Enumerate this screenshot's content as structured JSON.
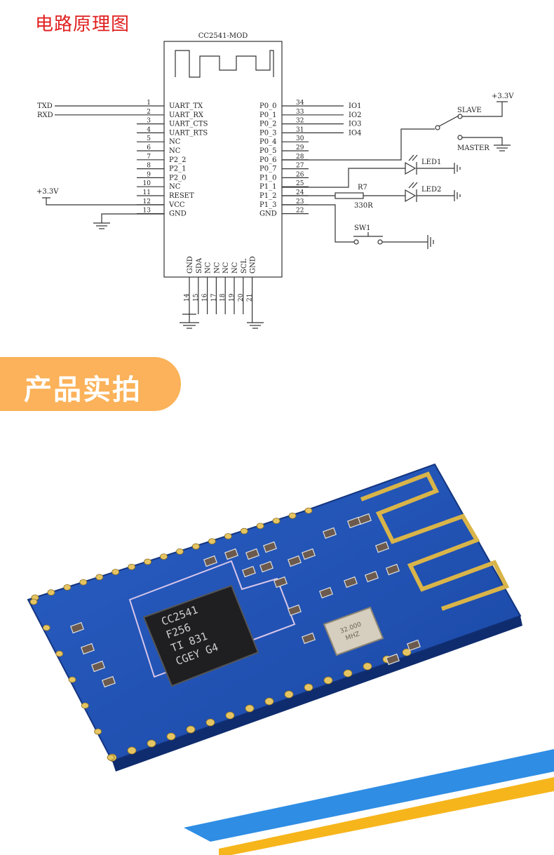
{
  "diagram": {
    "heading": "电路原理图",
    "module_name": "CC2541-MOD",
    "left_pins": [
      {
        "num": "1",
        "label": "UART_TX",
        "net": "TXD"
      },
      {
        "num": "2",
        "label": "UART_RX",
        "net": "RXD"
      },
      {
        "num": "3",
        "label": "UART_CTS",
        "net": ""
      },
      {
        "num": "4",
        "label": "UART_RTS",
        "net": ""
      },
      {
        "num": "5",
        "label": "NC",
        "net": ""
      },
      {
        "num": "6",
        "label": "NC",
        "net": ""
      },
      {
        "num": "7",
        "label": "P2_2",
        "net": ""
      },
      {
        "num": "8",
        "label": "P2_1",
        "net": ""
      },
      {
        "num": "9",
        "label": "P2_0",
        "net": ""
      },
      {
        "num": "10",
        "label": "NC",
        "net": ""
      },
      {
        "num": "11",
        "label": "RESET",
        "net": ""
      },
      {
        "num": "12",
        "label": "VCC",
        "net": ""
      },
      {
        "num": "13",
        "label": "GND",
        "net": ""
      }
    ],
    "right_pins": [
      {
        "num": "34",
        "label": "P0_0",
        "net": "IO1"
      },
      {
        "num": "33",
        "label": "P0_1",
        "net": "IO2"
      },
      {
        "num": "32",
        "label": "P0_2",
        "net": "IO3"
      },
      {
        "num": "31",
        "label": "P0_3",
        "net": "IO4"
      },
      {
        "num": "30",
        "label": "P0_4",
        "net": ""
      },
      {
        "num": "29",
        "label": "P0_5",
        "net": ""
      },
      {
        "num": "28",
        "label": "P0_6",
        "net": ""
      },
      {
        "num": "27",
        "label": "P0_7",
        "net": ""
      },
      {
        "num": "26",
        "label": "P1_0",
        "net": ""
      },
      {
        "num": "25",
        "label": "P1_1",
        "net": ""
      },
      {
        "num": "24",
        "label": "P1_2",
        "net": ""
      },
      {
        "num": "23",
        "label": "P1_3",
        "net": ""
      },
      {
        "num": "22",
        "label": "GND",
        "net": ""
      }
    ],
    "bottom_pins": [
      {
        "num": "14",
        "label": "GND"
      },
      {
        "num": "15",
        "label": "SDA"
      },
      {
        "num": "16",
        "label": "NC"
      },
      {
        "num": "17",
        "label": "NC"
      },
      {
        "num": "18",
        "label": "NC"
      },
      {
        "num": "19",
        "label": "NC"
      },
      {
        "num": "20",
        "label": "SCL"
      },
      {
        "num": "21",
        "label": "GND"
      }
    ],
    "vcc_left_label": "+3.3V",
    "vcc_right_label": "+3.3V",
    "switch_slave_label": "SLAVE",
    "switch_master_label": "MASTER",
    "led1_label": "LED1",
    "led2_label": "LED2",
    "resistor_name": "R7",
    "resistor_value": "330R",
    "button_label": "SW1"
  },
  "banner": {
    "title": "产品实拍"
  },
  "photo": {
    "chip_lines": [
      "CC2541",
      "F256",
      "TI  831",
      "CGEY G4"
    ],
    "crystal_lines": [
      "32.000",
      "MHZ"
    ]
  },
  "colors": {
    "heading": "#e02020",
    "banner": "#fbb25a",
    "pcb": "#1f4fb0",
    "stripe_blue": "#2f8de4",
    "stripe_yellow": "#f6b51b"
  }
}
